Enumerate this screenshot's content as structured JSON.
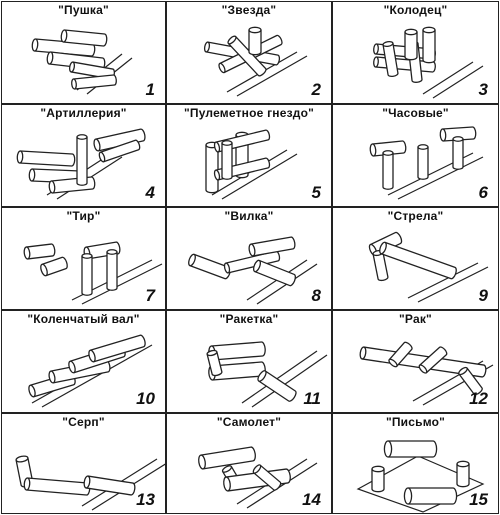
{
  "figures": [
    {
      "title": "\"Пушка\"",
      "number": "1"
    },
    {
      "title": "\"Звезда\"",
      "number": "2"
    },
    {
      "title": "\"Колодец\"",
      "number": "3"
    },
    {
      "title": "\"Артиллерия\"",
      "number": "4"
    },
    {
      "title": "\"Пулеметное гнездо\"",
      "number": "5"
    },
    {
      "title": "\"Часовые\"",
      "number": "6"
    },
    {
      "title": "\"Тир\"",
      "number": "7"
    },
    {
      "title": "\"Вилка\"",
      "number": "8"
    },
    {
      "title": "\"Стрела\"",
      "number": "9"
    },
    {
      "title": "\"Коленчатый вал\"",
      "number": "10"
    },
    {
      "title": "\"Ракетка\"",
      "number": "11"
    },
    {
      "title": "\"Рак\"",
      "number": "12"
    },
    {
      "title": "\"Серп\"",
      "number": "13"
    },
    {
      "title": "\"Самолет\"",
      "number": "14"
    },
    {
      "title": "\"Письмо\"",
      "number": "15"
    }
  ]
}
